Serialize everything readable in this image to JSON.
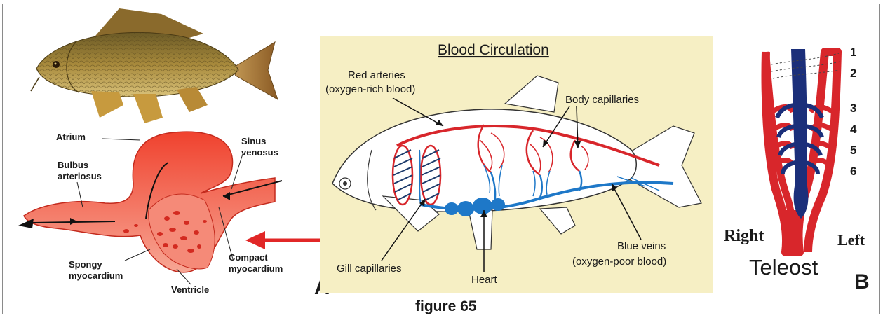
{
  "figure_caption": "figure 65",
  "panel_a": {
    "letter": "A",
    "title": "Blood Circulation",
    "labels": {
      "red_arteries_1": "Red arteries",
      "red_arteries_2": "(oxygen-rich blood)",
      "body_capillaries": "Body capillaries",
      "gill_capillaries": "Gill capillaries",
      "heart": "Heart",
      "blue_veins_1": "Blue veins",
      "blue_veins_2": "(oxygen-poor blood)"
    }
  },
  "heart_anatomy": {
    "atrium": "Atrium",
    "bulbus_1": "Bulbus",
    "bulbus_2": "arteriosus",
    "sinus_1": "Sinus",
    "sinus_2": "venosus",
    "spongy_1": "Spongy",
    "spongy_2": "myocardium",
    "compact_1": "Compact",
    "compact_2": "myocardium",
    "ventricle": "Ventricle"
  },
  "panel_b": {
    "letter": "B",
    "title": "Teleost",
    "right": "Right",
    "left": "Left",
    "arch_numbers": [
      "1",
      "2",
      "3",
      "4",
      "5",
      "6"
    ]
  },
  "colors": {
    "panel_bg": "#f6efc4",
    "artery_red": "#d8262b",
    "vein_blue": "#1e78c8",
    "heart_red": "#f2543e",
    "double_arrow": "#e12727",
    "teleost_blue": "#1b2f7a"
  }
}
